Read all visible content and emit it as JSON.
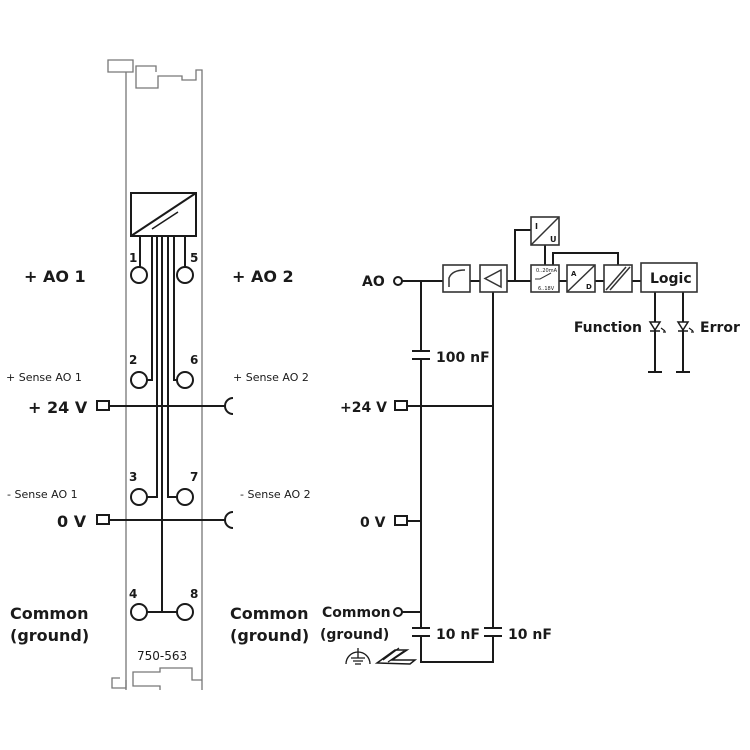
{
  "module": {
    "part_number": "750-563",
    "terminals": [
      "1",
      "2",
      "3",
      "4",
      "5",
      "6",
      "7",
      "8"
    ],
    "labels": {
      "ao1": "+ AO 1",
      "ao2": "+ AO 2",
      "sense_ao1_plus": "+ Sense AO 1",
      "sense_ao2_plus": "+ Sense AO 2",
      "sense_ao1_minus": "- Sense AO 1",
      "sense_ao2_minus": "- Sense AO 2",
      "v24": "+ 24 V",
      "v0": "0 V",
      "common_left_1": "Common",
      "common_left_2": "(ground)",
      "common_right_1": "Common",
      "common_right_2": "(ground)"
    }
  },
  "schematic": {
    "ao": "AO",
    "v24": "+24 V",
    "v0": "0 V",
    "common_1": "Common",
    "common_2": "(ground)",
    "cap_100": "100 nF",
    "cap_10a": "10 nF",
    "cap_10b": "10 nF",
    "iu_i": "I",
    "iu_u": "U",
    "switch_top": "0..20mA",
    "switch_bottom": "6..18V",
    "ad_a": "A",
    "ad_d": "D",
    "logic": "Logic",
    "led_function": "Function",
    "led_error": "Error"
  }
}
